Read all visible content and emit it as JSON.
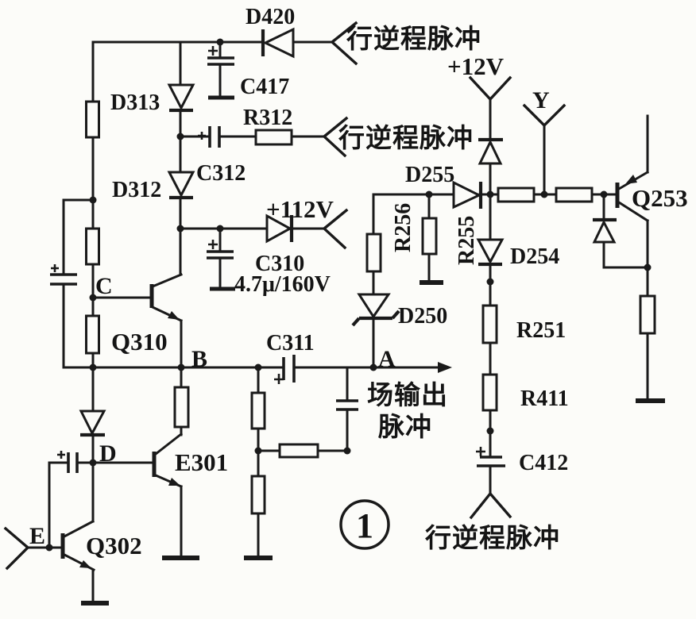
{
  "figure": {
    "number": "1"
  },
  "components": {
    "d420": "D420",
    "c417": "C417",
    "d313": "D313",
    "r312": "R312",
    "c312": "C312",
    "d312": "D312",
    "q310": "Q310",
    "c310": "C310",
    "c310_value": "4.7μ/160V",
    "c311": "C311",
    "e301": "E301",
    "q302": "Q302",
    "d255": "D255",
    "d254": "D254",
    "d250": "D250",
    "r256": "R256",
    "r255": "R255",
    "r251": "R251",
    "r411": "R411",
    "c412": "C412",
    "q253": "Q253"
  },
  "power": {
    "plus12v": "+12V",
    "plus112v": "+112V",
    "y_terminal": "Y"
  },
  "nodes": {
    "a": "A",
    "b": "B",
    "c": "C",
    "d": "D",
    "e": "E"
  },
  "signals": {
    "h_retrace_top": "行逆程脉冲",
    "h_retrace_mid": "行逆程脉冲",
    "h_retrace_bottom": "行逆程脉冲",
    "field_output_line1": "场输出",
    "field_output_line2": "脉冲"
  }
}
